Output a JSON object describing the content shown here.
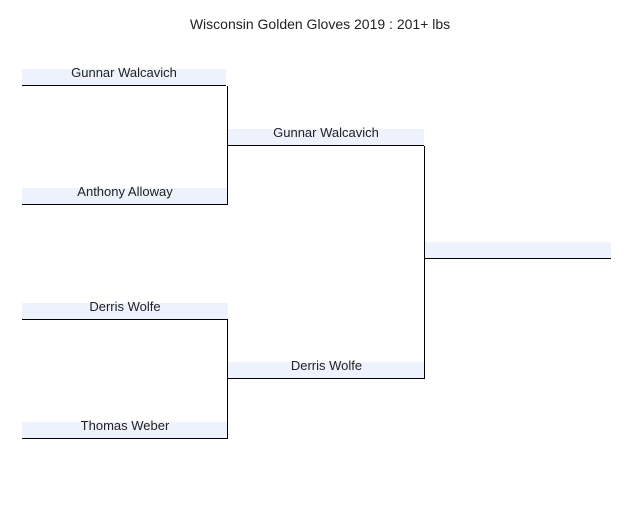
{
  "title": "Wisconsin Golden Gloves 2019 : 201+ lbs",
  "bracket": {
    "round1": [
      {
        "name": "Gunnar Walcavich"
      },
      {
        "name": "Anthony Alloway"
      },
      {
        "name": "Derris Wolfe"
      },
      {
        "name": "Thomas Weber"
      }
    ],
    "round2": [
      {
        "name": "Gunnar Walcavich"
      },
      {
        "name": "Derris Wolfe"
      }
    ],
    "final": [
      {
        "name": ""
      }
    ]
  },
  "colors": {
    "slot_background": "#eef2fd",
    "line": "#000000"
  }
}
